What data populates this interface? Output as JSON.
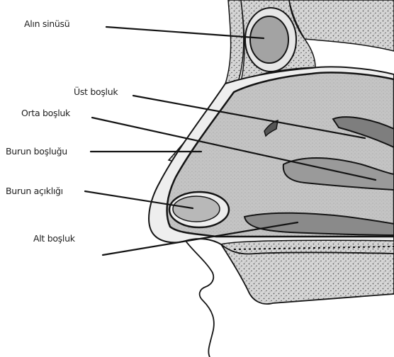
{
  "labels": {
    "frontal_sinus": "Alın sinüsü",
    "upper_passage": "Üst boşluk",
    "middle_passage": "Orta boşluk",
    "nasal_cavity": "Burun boşluğu",
    "nostril": "Burun açıklığı",
    "lower_passage": "Alt boşluk"
  },
  "colors": {
    "line": "#141414",
    "cavity_fill": "#c6c6c6",
    "bone_fill": "#d9d9d9",
    "sinus_fill": "#9f9f9f",
    "background": "#ffffff"
  }
}
